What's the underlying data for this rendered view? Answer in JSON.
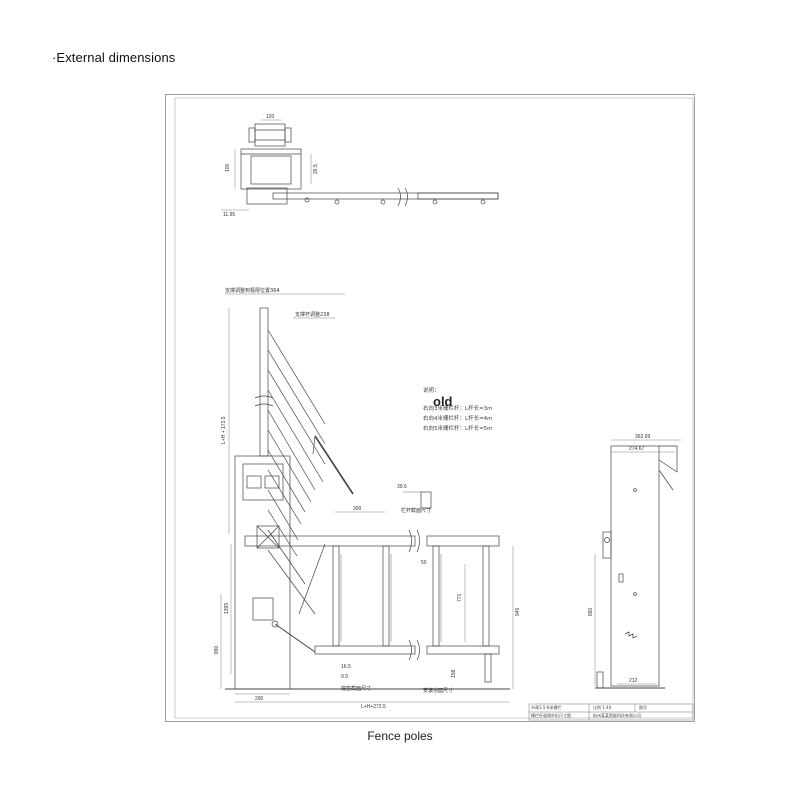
{
  "heading": "·External dimensions",
  "caption": "Fence poles",
  "drawing": {
    "watermark": "old",
    "top_view": {
      "dim_top": "120",
      "dim_left": "100",
      "dim_right": "26.5",
      "dim_bottom": "11.95"
    },
    "front_view": {
      "label_support_adjust_max": "支撑调整到极限位置364",
      "label_support_adjust": "支撑杆调整238",
      "dim_height": "L+H + 172.5",
      "dim_1395": "1395",
      "dim_890": "890",
      "dim_290": "290",
      "dim_bottom": "L+H+272.5",
      "dim_300": "300",
      "dim_771": "771",
      "dim_50": "50",
      "dim_945": "945",
      "dim_39_6": "39.6",
      "dim_16_5": "16.5",
      "dim_9_9": "9.9",
      "dim_158": "158",
      "label_floor": "安装地面尺寸",
      "label_detail": "栏杆截面尺寸",
      "label_base": "底座截面尺寸"
    },
    "notes": [
      "说明：",
      "右向3米栅栏杆：L杆长=3m",
      "右向4米栅栏杆：L杆长=4m",
      "右向5米栅栏杆：L杆长=5m"
    ],
    "side_view": {
      "dim_362": "362.69",
      "dim_274": "274.67",
      "dim_890": "890",
      "dim_212": "212"
    },
    "title_block": {
      "title_a": "市政3.5-6米栅栏",
      "title_b": "栅栏杆道闸外形尺寸图",
      "scale": "比例 1:40",
      "drawing_no": "图号",
      "company": "杭州某某智能科技有限公司"
    }
  }
}
